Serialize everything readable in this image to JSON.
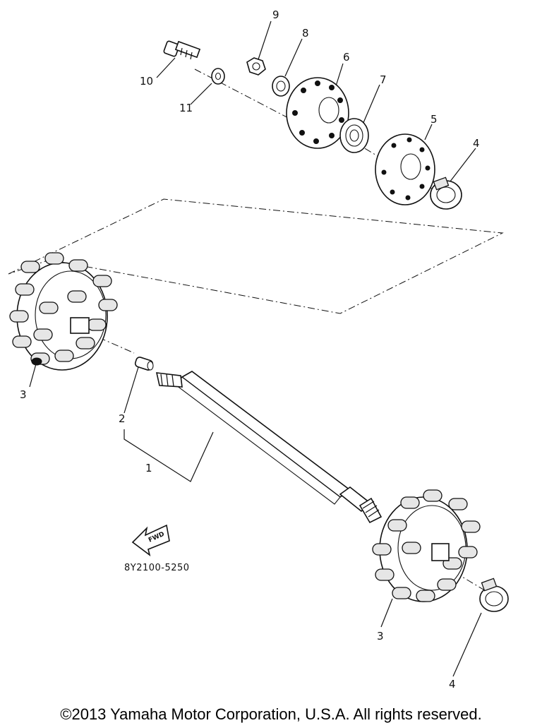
{
  "callouts": {
    "c1": "1",
    "c2": "2",
    "c3_left": "3",
    "c3_right": "3",
    "c4_top": "4",
    "c4_bottom": "4",
    "c5": "5",
    "c6": "6",
    "c7": "7",
    "c8": "8",
    "c9": "9",
    "c10": "10",
    "c11": "11"
  },
  "fwd_label": "FWD",
  "part_code": "8Y2100-5250",
  "copyright": "©2013 Yamaha Motor Corporation, U.S.A. All rights reserved."
}
